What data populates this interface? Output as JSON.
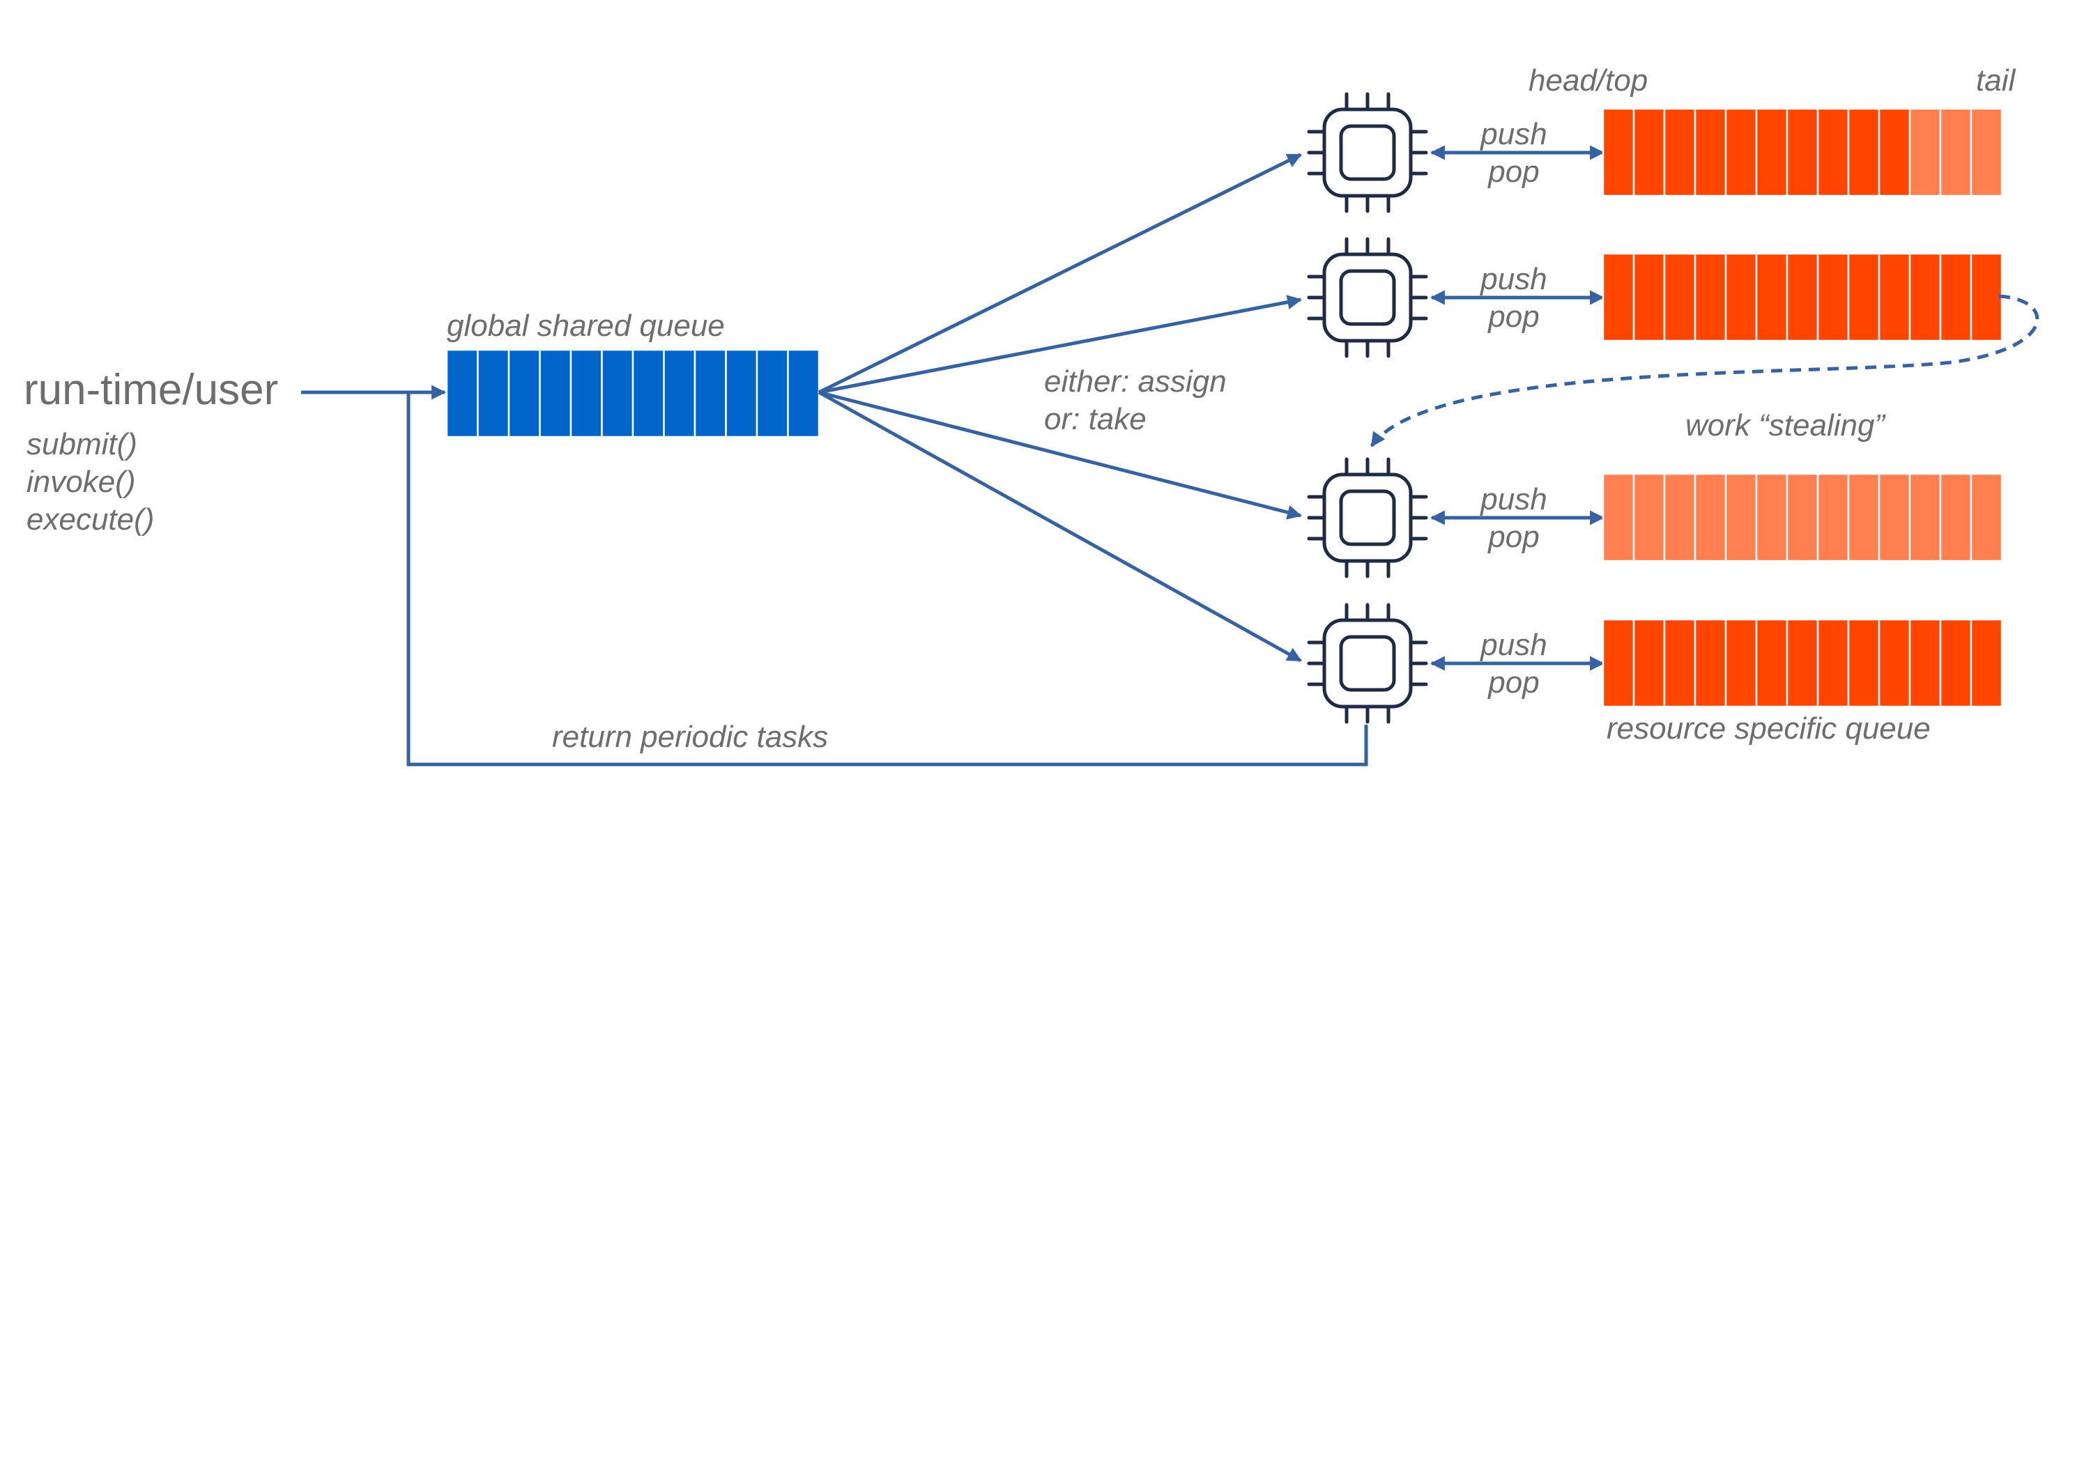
{
  "colors": {
    "arrow": "#3462a2",
    "global_queue": "#0066cc",
    "queue_full": "#ff4500",
    "queue_light": "#ff7f50",
    "text": "#6d6d6d",
    "chip": "#1f2b44"
  },
  "labels": {
    "source_title": "run-time/user",
    "source_methods": [
      "submit()",
      "invoke()",
      "execute()"
    ],
    "global_queue": "global shared queue",
    "dispatch": [
      "either: assign",
      "or: take"
    ],
    "head": "head/top",
    "tail": "tail",
    "stealing": "work “stealing”",
    "resource_queue": "resource specific queue",
    "return_tasks": "return periodic tasks"
  },
  "global_queue": {
    "slots": 12
  },
  "workers": [
    {
      "id": "worker-1",
      "icon": "cpu-chip-icon",
      "push": "push",
      "pop": "pop",
      "queue_slots": 13,
      "filled_slots": 10
    },
    {
      "id": "worker-2",
      "icon": "cpu-chip-icon",
      "push": "push",
      "pop": "pop",
      "queue_slots": 13,
      "filled_slots": 13
    },
    {
      "id": "worker-3",
      "icon": "cpu-chip-icon",
      "push": "push",
      "pop": "pop",
      "queue_slots": 13,
      "filled_slots": 0
    },
    {
      "id": "worker-4",
      "icon": "cpu-chip-icon",
      "push": "push",
      "pop": "pop",
      "queue_slots": 13,
      "filled_slots": 13
    }
  ]
}
